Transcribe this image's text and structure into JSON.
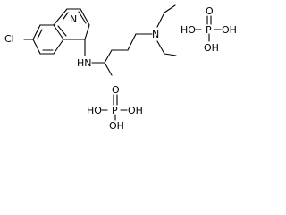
{
  "molecule": {
    "labels": {
      "quinoline_n": "N",
      "chlorine": "Cl",
      "amine_nh": "HN",
      "tertiary_n": "N",
      "phosphate_1": {
        "o_top": "O",
        "oh_right": "OH",
        "p": "P",
        "ho_left": "HO",
        "oh_bottom": "OH"
      },
      "phosphate_2": {
        "o_top": "O",
        "oh_right": "OH",
        "p": "P",
        "ho_left": "HO",
        "oh_bottom": "OH"
      }
    }
  },
  "colors": {
    "ink": "#000000",
    "background": "#ffffff"
  }
}
